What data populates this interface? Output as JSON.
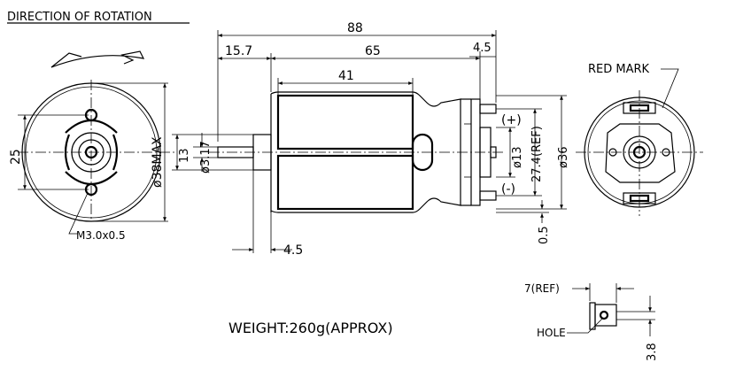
{
  "title": "DIRECTION OF ROTATION",
  "weight": "WEIGHT:260g(APPROX)",
  "dims": {
    "overall": "88",
    "shaft": "15.7",
    "body": "65",
    "end": "4.5",
    "magnet": "41",
    "boss_len": "4.5",
    "height25": "25",
    "dia38": "ø38MAX",
    "boss13": "13",
    "shaft317": "ø3.17",
    "bearing13": "ø13",
    "term_ref": "27.4(REF)",
    "dia36": "ø36",
    "offset": "0.5",
    "hole_ref": "7(REF)",
    "hole_dim": "3.8"
  },
  "labels": {
    "red_mark": "RED MARK",
    "screw": "M3.0x0.5",
    "plus": "(+)",
    "minus": "(-)",
    "hole": "HOLE"
  }
}
